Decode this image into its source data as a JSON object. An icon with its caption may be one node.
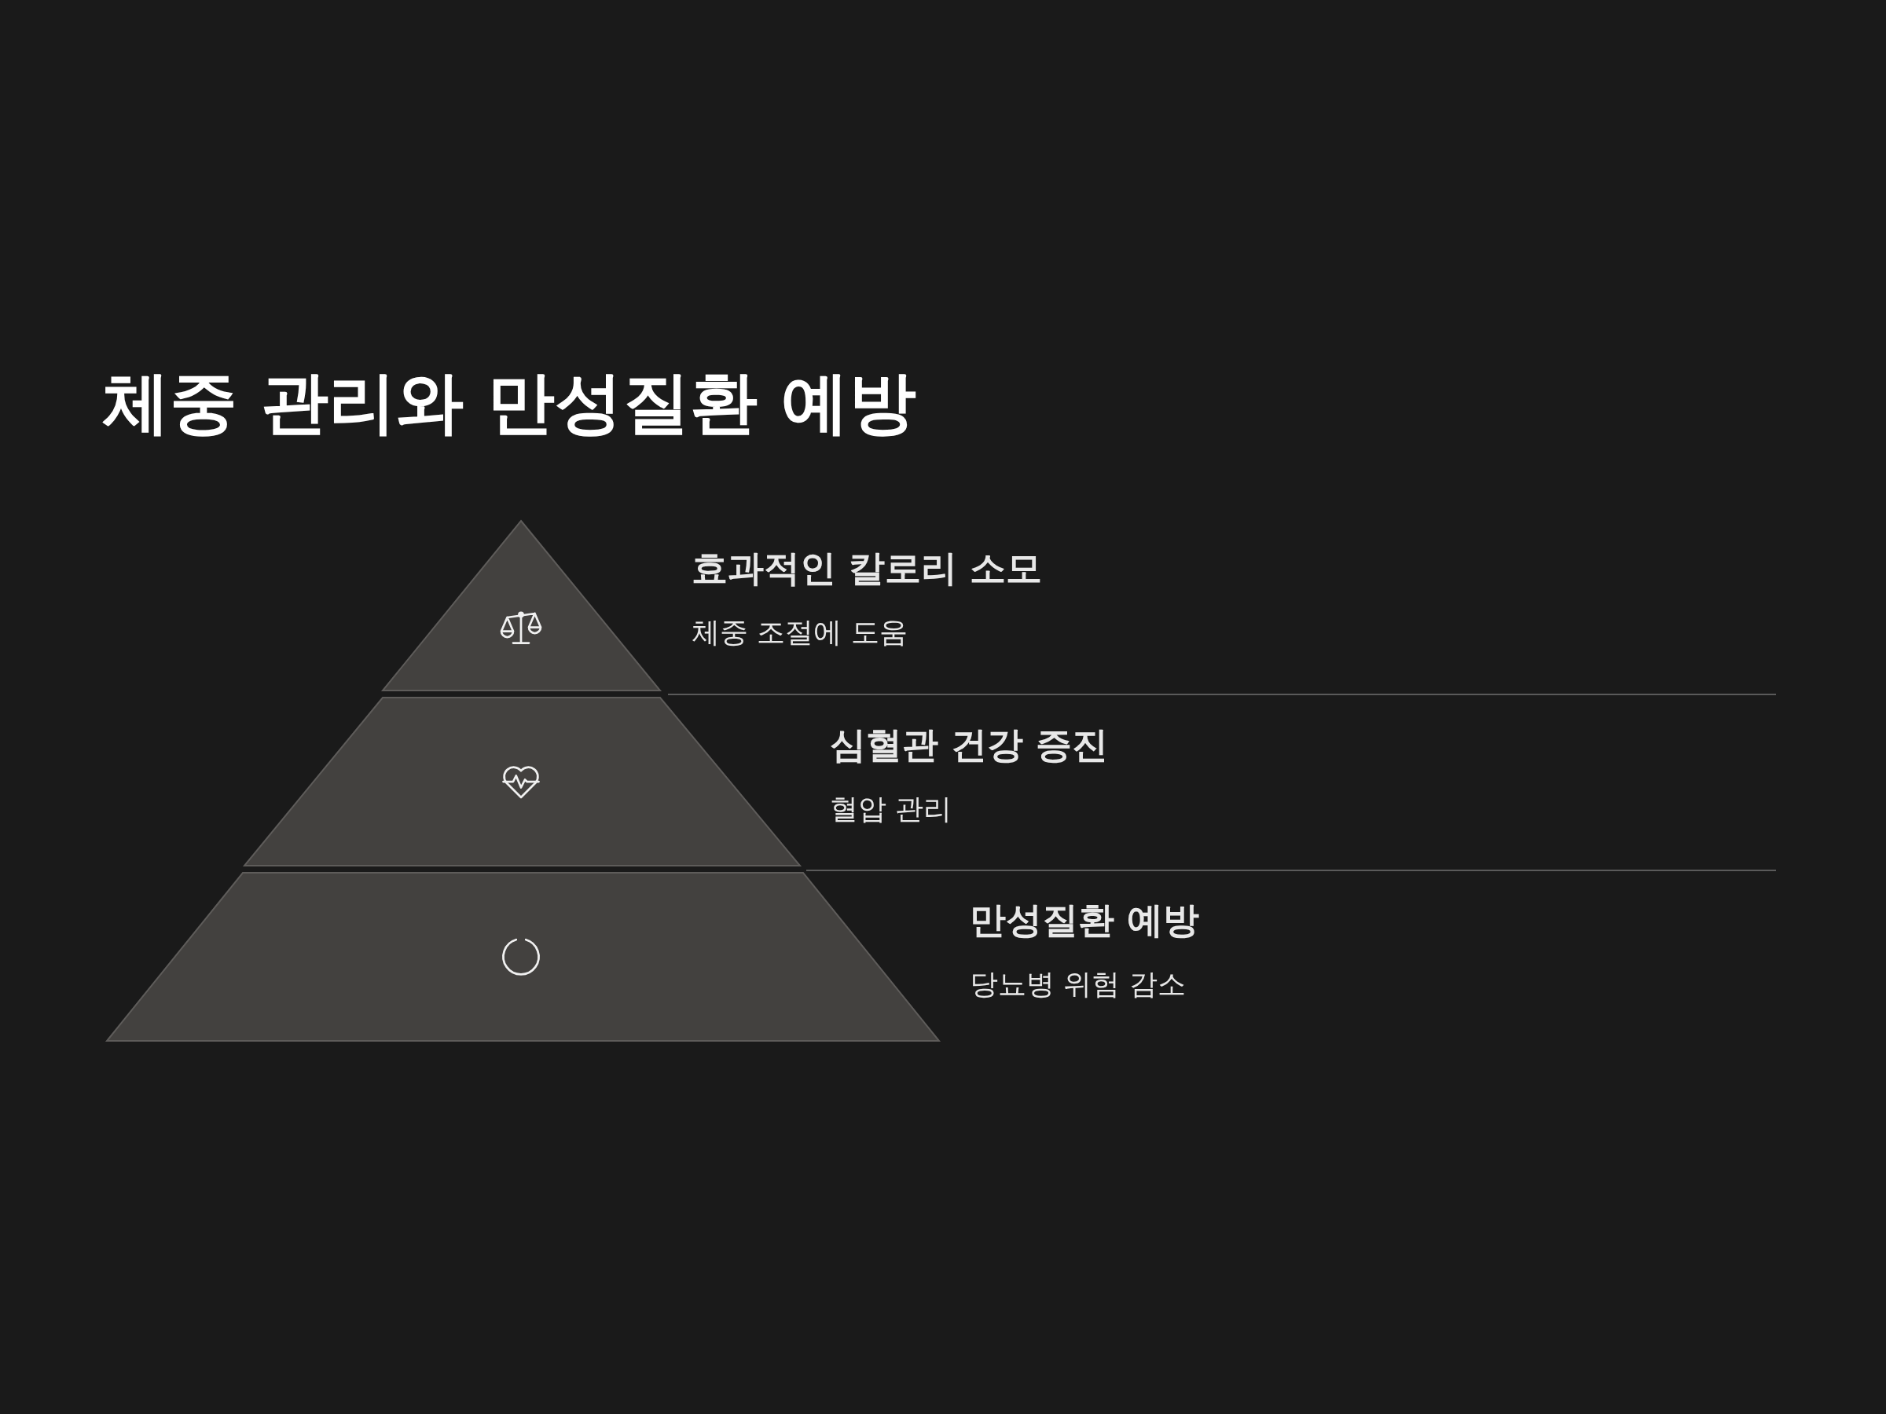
{
  "diagram": {
    "title": "체중 관리와 만성질환 예방",
    "nodes": [
      {
        "text": [
          "효과적인 칼로리 소모",
          "체중 조절에 도움"
        ]
      },
      {
        "text": [
          "심혈관 건강 증진",
          "혈압 관리"
        ]
      },
      {
        "text": [
          "만성질환 예방",
          "당뇨병 위험 감소"
        ]
      }
    ]
  }
}
